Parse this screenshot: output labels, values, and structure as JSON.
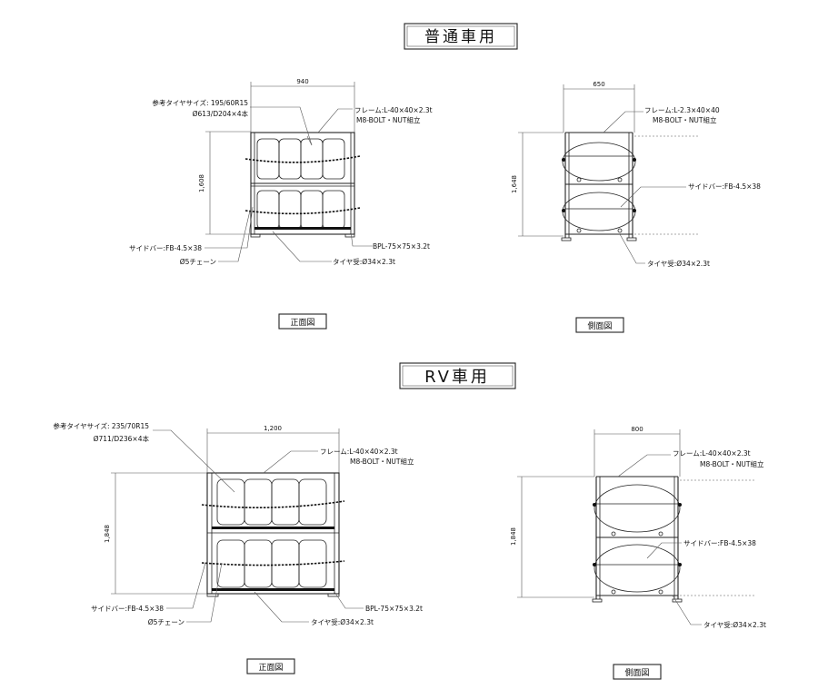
{
  "sections": {
    "standard": {
      "title": "普通車用",
      "front": {
        "view_label": "正面図",
        "width_dim": "940",
        "height_dim": "1,608",
        "tire_size_line1": "参考タイヤサイズ: 195/60R15",
        "tire_size_line2": "Ø613/D204×4本",
        "frame_line1": "フレーム:L-40×40×2.3t",
        "frame_line2": "M8-BOLT・NUT組立",
        "side_bar": "サイドバー:FB-4.5×38",
        "chain": "Ø5チェーン",
        "base_plate": "BPL-75×75×3.2t",
        "tire_holder": "タイヤ受:Ø34×2.3t"
      },
      "side": {
        "view_label": "側面図",
        "width_dim": "650",
        "height_dim": "1,648",
        "frame_line1": "フレーム:L-2.3×40×40",
        "frame_line2": "M8-BOLT・NUT組立",
        "side_bar": "サイドバー:FB-4.5×38",
        "tire_holder": "タイヤ受:Ø34×2.3t"
      }
    },
    "rv": {
      "title": "RV車用",
      "front": {
        "view_label": "正面図",
        "width_dim": "1,200",
        "height_dim": "1,848",
        "tire_size_line1": "参考タイヤサイズ: 235/70R15",
        "tire_size_line2": "Ø711/D236×4本",
        "frame_line1": "フレーム:L-40×40×2.3t",
        "frame_line2": "M8-BOLT・NUT組立",
        "side_bar": "サイドバー:FB-4.5×38",
        "chain": "Ø5チェーン",
        "base_plate": "BPL-75×75×3.2t",
        "tire_holder": "タイヤ受:Ø34×2.3t"
      },
      "side": {
        "view_label": "側面図",
        "width_dim": "800",
        "height_dim": "1,848",
        "frame_line1": "フレーム:L-40×40×2.3t",
        "frame_line2": "M8-BOLT・NUT組立",
        "side_bar": "サイドバー:FB-4.5×38",
        "tire_holder": "タイヤ受:Ø34×2.3t"
      }
    }
  },
  "colors": {
    "line": "#222222",
    "text": "#111111",
    "background": "#ffffff"
  }
}
